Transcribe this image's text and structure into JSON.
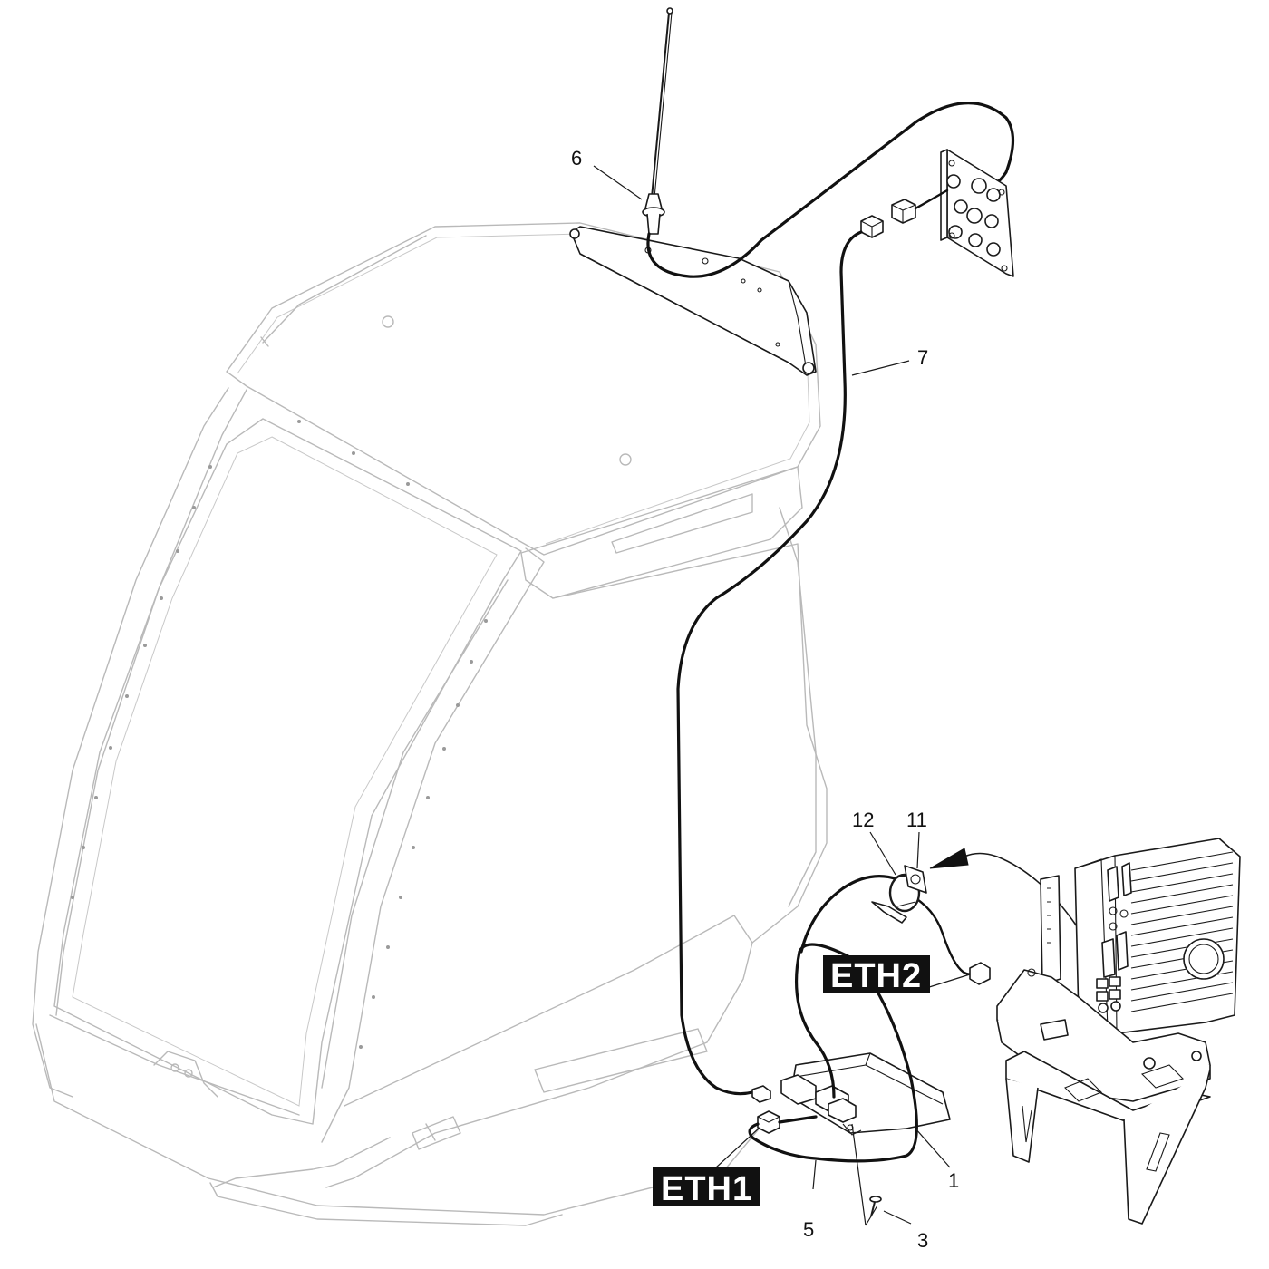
{
  "callouts": {
    "c1": "1",
    "c3": "3",
    "c5": "5",
    "c6": "6",
    "c7": "7",
    "c11": "11",
    "c12": "12"
  },
  "tags": {
    "eth1": "ETH1",
    "eth2": "ETH2"
  },
  "colors": {
    "line": "#111111",
    "ghost": "#b9b9b9",
    "tag_background": "#111111",
    "tag_text": "#ffffff"
  }
}
